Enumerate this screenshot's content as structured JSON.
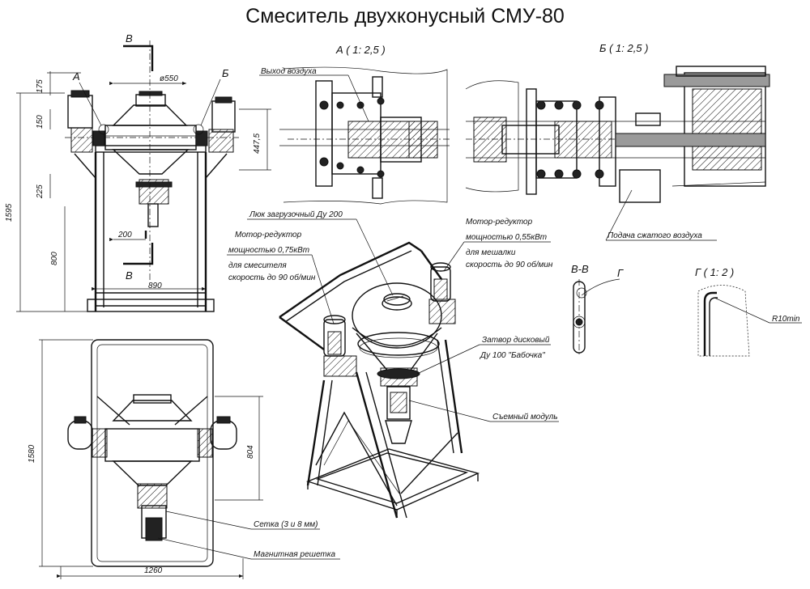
{
  "title": "Смеситель двухконусный СМУ-80",
  "section_labels": {
    "A": "А",
    "B": "Б",
    "V": "В",
    "A_detail": "А ( 1: 2,5 )",
    "B_detail": "Б ( 1: 2,5 )",
    "VV": "В-В",
    "G": "Г",
    "G_detail": "Г ( 1: 2 )"
  },
  "dimensions": {
    "d550": "ø550",
    "d175": "175",
    "d150": "150",
    "d447_5": "447,5",
    "d225": "225",
    "d1595": "1595",
    "d800": "800",
    "d200": "200",
    "d890": "890",
    "d1580": "1580",
    "d804": "804",
    "d1260": "1260",
    "r10": "R10min"
  },
  "callouts": {
    "air_out": "Выход воздуха",
    "air_in": "Подача сжатого воздуха",
    "hatch": "Люк загрузочный Ду 200",
    "motor1_title": "Мотор-редуктор",
    "motor1_power": "мощностью 0,75кВт",
    "motor1_use": "для смесителя",
    "motor1_speed": "скорость до 90 об/мин",
    "motor2_title": "Мотор-редуктор",
    "motor2_power": "мощностью 0,55кВт",
    "motor2_use": "для мешалки",
    "motor2_speed": "скорость до 90 об/мин",
    "valve1": "Затвор дисковый",
    "valve2": "Ду 100 \"Бабочка\"",
    "module": "Съемный модуль",
    "mesh": "Сетка (3 и 8 мм)",
    "magnet": "Магнитная решетка"
  }
}
